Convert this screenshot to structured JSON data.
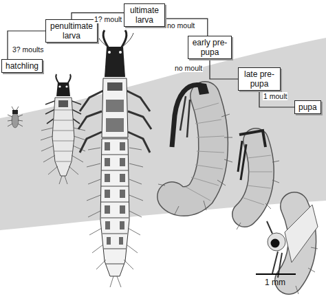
{
  "diagram": {
    "nodes": [
      {
        "text": [
          "hatchling"
        ]
      },
      {
        "text": [
          "penultimate larva"
        ]
      },
      {
        "text": [
          "ultimate larva"
        ]
      },
      {
        "text": [
          "early pre-pupa"
        ]
      },
      {
        "text": [
          "late pre-pupa"
        ]
      },
      {
        "text": [
          "pupa"
        ]
      }
    ],
    "edges": [
      {
        "from": 0,
        "to": 1,
        "label": "3? moults",
        "arrow": "none"
      },
      {
        "from": 1,
        "to": 2,
        "label": "1? moult",
        "arrow": "none"
      },
      {
        "from": 2,
        "to": 3,
        "label": "no moult",
        "arrow": "none"
      },
      {
        "from": 3,
        "to": 4,
        "label": "no moult",
        "arrow": "none"
      },
      {
        "from": 4,
        "to": 5,
        "label": "1 moult",
        "arrow": "none"
      }
    ],
    "labels": [
      "1 mm"
    ]
  }
}
